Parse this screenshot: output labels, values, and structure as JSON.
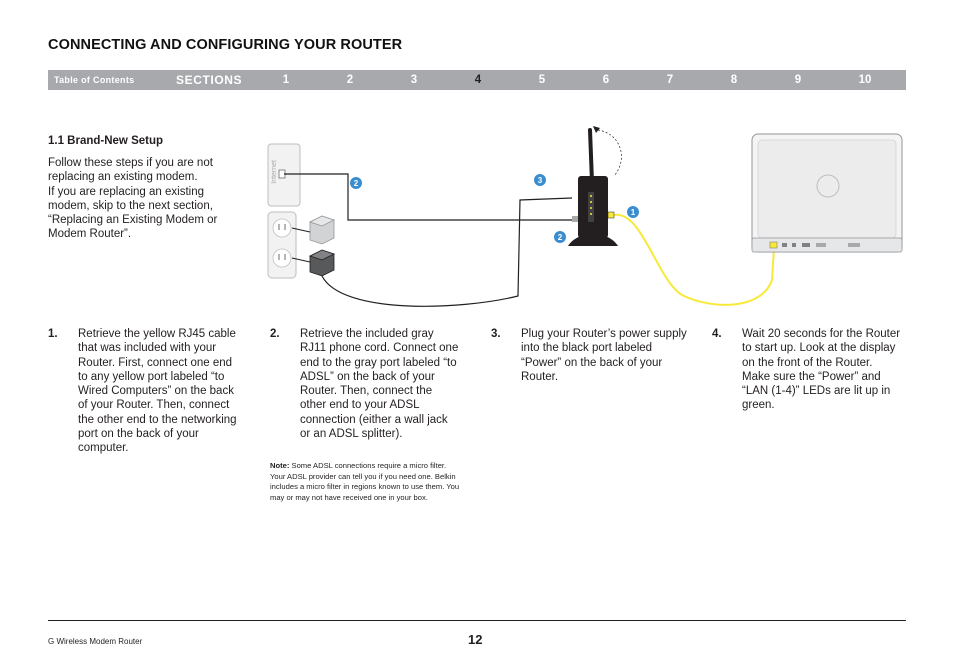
{
  "header": {
    "title": "CONNECTING AND CONFIGURING YOUR ROUTER"
  },
  "nav": {
    "toc_label": "Table of Contents",
    "sections_label": "SECTIONS",
    "items": [
      "1",
      "2",
      "3",
      "4",
      "5",
      "6",
      "7",
      "8",
      "9",
      "10"
    ],
    "active": "4"
  },
  "section": {
    "heading": "1.1 Brand-New Setup",
    "intro_p1": "Follow these steps if you are not replacing an existing modem.",
    "intro_p2": "If you are replacing an existing modem, skip to the next section, “Replacing an Existing Modem or Modem Router”."
  },
  "diagram": {
    "wall_label": "Internet",
    "callouts": [
      "2",
      "3",
      "1",
      "2"
    ],
    "colors": {
      "callout": "#3a8ed0",
      "yellow_cable": "#f7e93a",
      "cable": "#231f20"
    }
  },
  "steps": [
    {
      "num": "1.",
      "text": "Retrieve the yellow RJ45 cable that was included with your Router. First, connect one end to any yellow port labeled “to Wired Computers” on the back of your Router. Then, connect the other end to the networking port on the back of your computer."
    },
    {
      "num": "2.",
      "text": "Retrieve the included gray RJ11 phone cord. Connect one end to the gray port labeled “to ADSL” on the back of your Router. Then, connect the other end to your ADSL connection (either a wall jack or an ADSL splitter)."
    },
    {
      "num": "3.",
      "text": "Plug your Router’s power supply into the black port labeled “Power” on the back of your Router."
    },
    {
      "num": "4.",
      "text": "Wait 20 seconds for the Router to start up. Look at the display on the front of the Router. Make sure the “Power” and “LAN (1-4)” LEDs are lit up in green."
    }
  ],
  "note": {
    "label": "Note:",
    "text": " Some ADSL connections require a micro filter. Your ADSL provider can tell you if you need one. Belkin includes a micro filter in regions known to use them. You may or may not have received one in your box."
  },
  "footer": {
    "product": "G Wireless Modem Router",
    "page": "12"
  }
}
